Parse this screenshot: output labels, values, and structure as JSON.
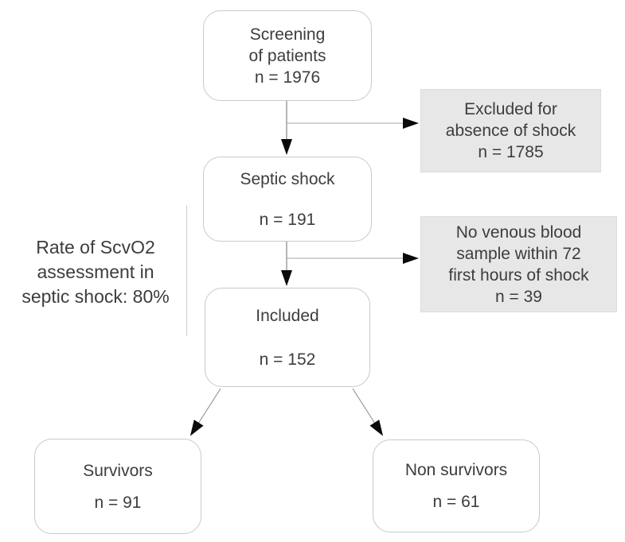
{
  "diagram": {
    "nodes": {
      "screening": {
        "lines": [
          "Screening",
          "of patients",
          "n = 1976"
        ]
      },
      "septic_shock": {
        "lines": [
          "Septic shock",
          "n = 191"
        ]
      },
      "included": {
        "lines": [
          "Included",
          "n = 152"
        ]
      },
      "survivors": {
        "lines": [
          "Survivors",
          "n = 91"
        ]
      },
      "non_survivors": {
        "lines": [
          "Non survivors",
          "n = 61"
        ]
      },
      "excluded": {
        "lines": [
          "Excluded for",
          "absence of shock",
          "n = 1785"
        ]
      },
      "no_venous": {
        "lines": [
          "No venous blood",
          "sample within 72",
          "first hours of shock",
          "n = 39"
        ]
      }
    },
    "side_note": {
      "lines": [
        "Rate of ScvO2",
        "assessment in",
        "septic shock: 80%"
      ]
    },
    "colors": {
      "background": "#ffffff",
      "box_fill": "#ffffff",
      "box_border": "#c9c9c9",
      "excluded_fill": "#e7e7e7",
      "text": "#3d3d3d",
      "connector_line": "#8f8f8f",
      "arrowhead": "#0a0a0a"
    }
  }
}
